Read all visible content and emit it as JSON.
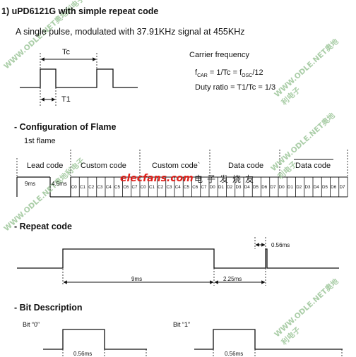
{
  "section1": {
    "title": "1) uPD6121G with simple repeat code",
    "subtitle": "A single pulse, modulated with 37.91KHz signal at 455KHz",
    "tc_label": "Tc",
    "t1_label": "T1",
    "carrier_label": "Carrier frequency",
    "fcar_formula": "fCAR = 1/Tc = fOSC/12",
    "duty_formula": "Duty ratio = T1/Tc = 1/3"
  },
  "section2": {
    "title": "- Configuration of Flame",
    "subtitle": "1st flame",
    "lead_code": "Lead code",
    "lead_9ms": "9ms",
    "lead_45ms": "4.5ms",
    "custom_code": "Custom code",
    "custom_code_inv": "Custom code`",
    "data_code": "Data code",
    "data_code_inv": "Data code",
    "c_bits": [
      "C0",
      "C1",
      "C2",
      "C3",
      "C4",
      "C5",
      "C6",
      "C7"
    ],
    "d_bits": [
      "D0",
      "D1",
      "D2",
      "D3",
      "D4",
      "D5",
      "D6",
      "D7"
    ]
  },
  "section3": {
    "title": "- Repeat code",
    "t_9ms": "9ms",
    "t_225ms": "2.25ms",
    "t_056ms": "0.56ms"
  },
  "section4": {
    "title": "- Bit Description",
    "bit0": "Bit “0”",
    "bit1": "Bit “1”",
    "t0": "0.56ms",
    "t1": "0.56ms"
  },
  "logo": {
    "text": "elecfans.com",
    "cn": "电子发烧友"
  },
  "watermark": "WWW.ODLE.NET奥地利电子"
}
